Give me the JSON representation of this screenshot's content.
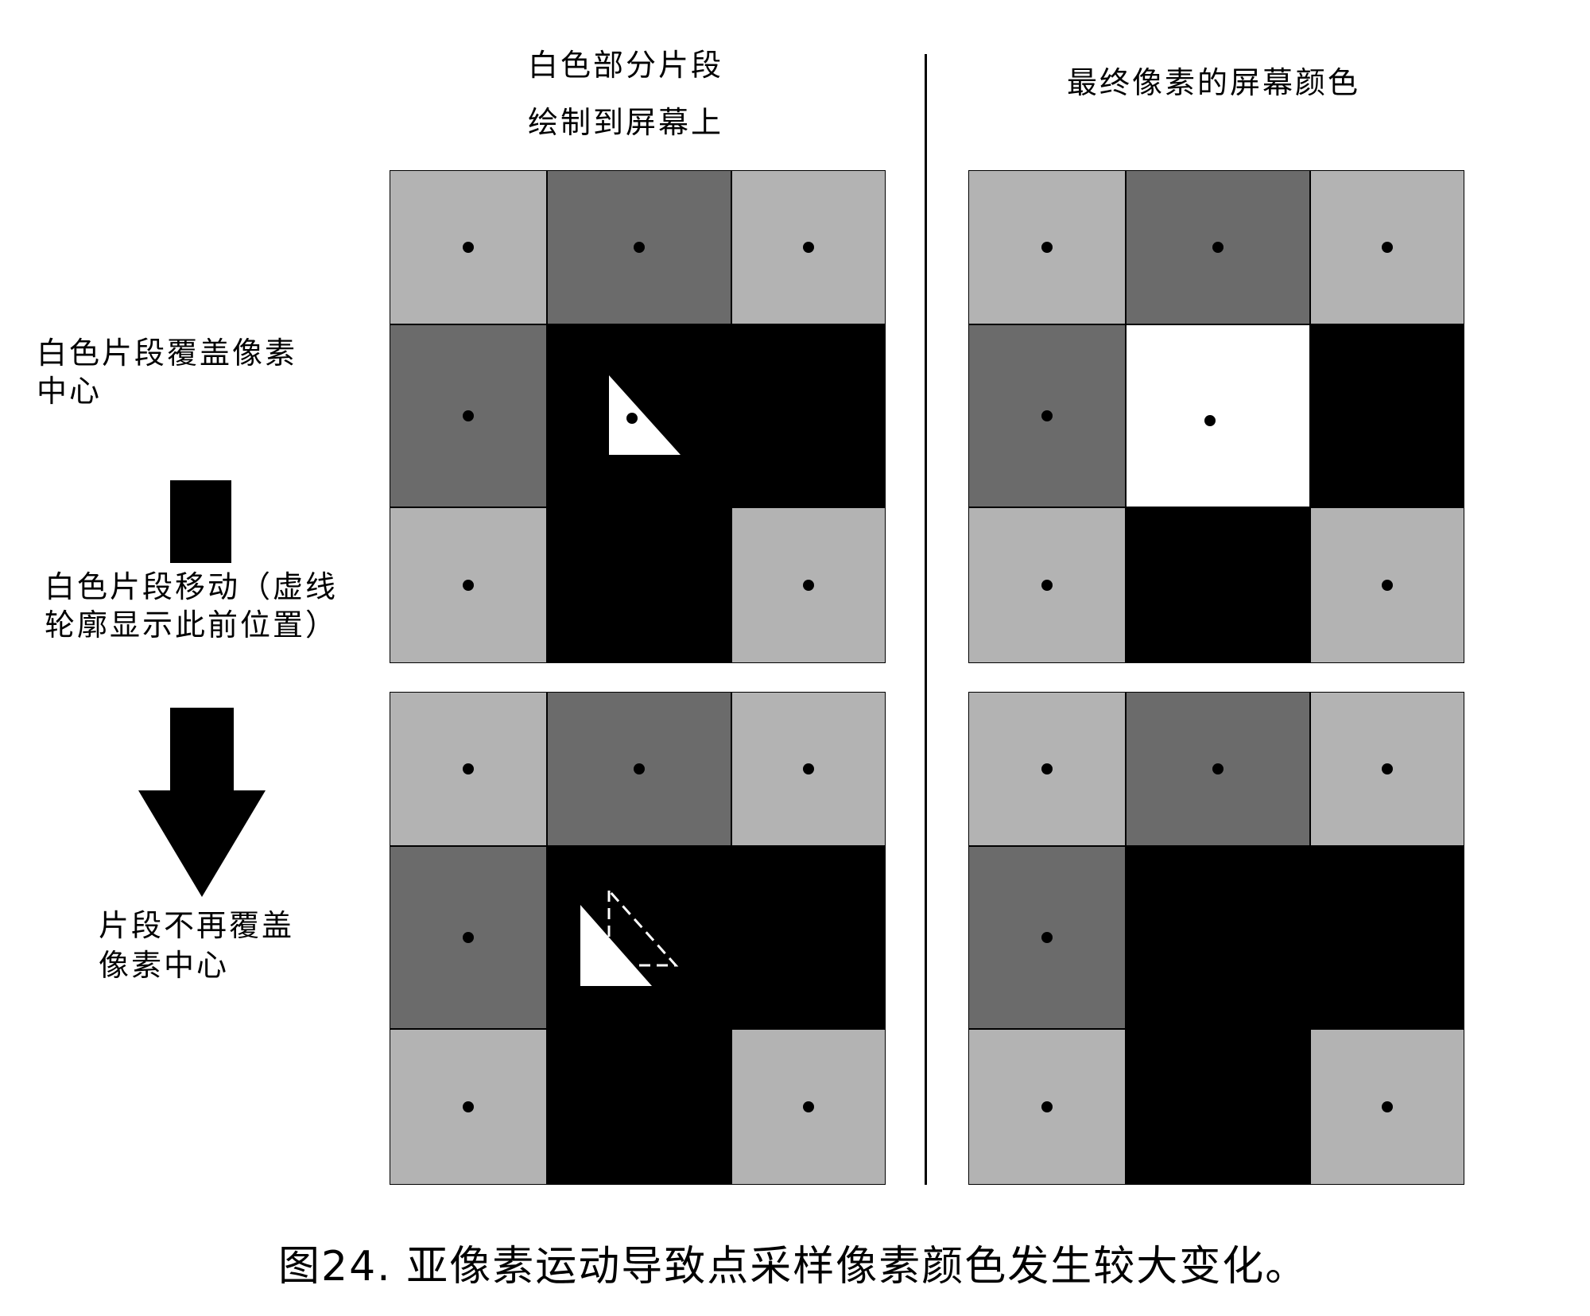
{
  "column_headers": {
    "left_line1": "白色部分片段",
    "left_line2": "绘制到屏幕上",
    "right": "最终像素的屏幕颜色"
  },
  "side_labels": {
    "covers_line1": "白色片段覆盖像素",
    "covers_line2": "中心",
    "moves_line1": "白色片段移动（虚线",
    "moves_line2": "轮廓显示此前位置）",
    "nocover_line1": "片段不再覆盖",
    "nocover_line2": "像素中心"
  },
  "caption": "图24. 亚像素运动导致点采样像素颜色发生较大变化。",
  "colors": {
    "light_gray": "#b3b3b3",
    "dark_gray": "#6b6b6b",
    "black": "#000000",
    "white": "#ffffff"
  },
  "icons": [
    "black-rectangle-icon",
    "down-arrow-icon"
  ],
  "panels": [
    {
      "id": "top-left",
      "cells": [
        "light",
        "mid",
        "light",
        "mid",
        "black",
        "black",
        "light",
        "black",
        "light"
      ],
      "dots": [
        1,
        1,
        1,
        1,
        0,
        0,
        1,
        0,
        1
      ],
      "triangle": "solid-covering-center",
      "center_dot": true
    },
    {
      "id": "top-right",
      "cells": [
        "light",
        "mid",
        "light",
        "mid",
        "white",
        "black",
        "light",
        "black",
        "light"
      ],
      "dots": [
        1,
        1,
        1,
        1,
        1,
        0,
        1,
        0,
        1
      ],
      "triangle": "none",
      "center_dot": false
    },
    {
      "id": "bottom-left",
      "cells": [
        "light",
        "mid",
        "light",
        "mid",
        "black",
        "black",
        "light",
        "black",
        "light"
      ],
      "dots": [
        1,
        1,
        1,
        1,
        0,
        0,
        1,
        0,
        1
      ],
      "triangle": "moved-with-dashed-outline",
      "center_dot": false
    },
    {
      "id": "bottom-right",
      "cells": [
        "light",
        "mid",
        "light",
        "mid",
        "black",
        "black",
        "light",
        "black",
        "light"
      ],
      "dots": [
        1,
        1,
        1,
        1,
        0,
        0,
        1,
        0,
        1
      ],
      "triangle": "none",
      "center_dot": false
    }
  ]
}
